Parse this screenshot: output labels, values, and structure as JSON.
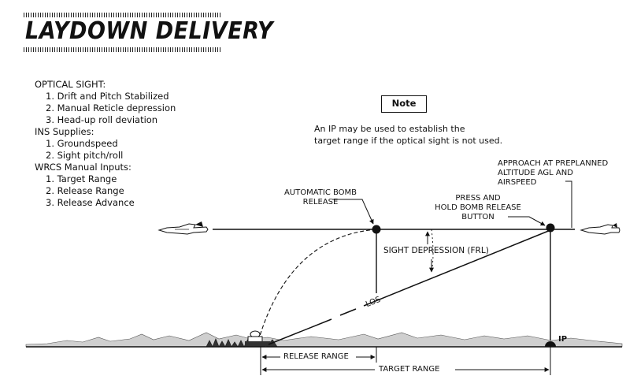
{
  "title": "LAYDOWN DELIVERY",
  "optical_sight": {
    "heading": "OPTICAL SIGHT:",
    "items": [
      "1.  Drift and Pitch Stabilized",
      "2.  Manual Reticle depression",
      "3.  Head-up roll deviation"
    ]
  },
  "ins_supplies": {
    "heading": "INS Supplies:",
    "items": [
      "1.  Groundspeed",
      "2.  Sight pitch/roll"
    ]
  },
  "wrcs_inputs": {
    "heading": "WRCS Manual Inputs:",
    "items": [
      "1.  Target Range",
      "2.  Release Range",
      "3.  Release Advance"
    ]
  },
  "note": {
    "title": "Note",
    "lines": [
      "An IP may be used to establish the",
      "target range if the optical sight is not used."
    ]
  },
  "labels": {
    "automatic_release": [
      "AUTOMATIC BOMB",
      "RELEASE"
    ],
    "press_hold": [
      "PRESS AND",
      "HOLD BOMB RELEASE",
      "BUTTON"
    ],
    "approach": [
      "APPROACH AT PREPLANNED",
      "ALTITUDE AGL AND",
      "AIRSPEED"
    ],
    "sight_depression": "SIGHT DEPRESSION (FRL)",
    "los": "LOS",
    "ip": "IP",
    "release_range": "RELEASE RANGE",
    "target_range": "TARGET RANGE"
  },
  "colors": {
    "ink": "#111111",
    "terrain": "#333333",
    "background": "#ffffff"
  }
}
